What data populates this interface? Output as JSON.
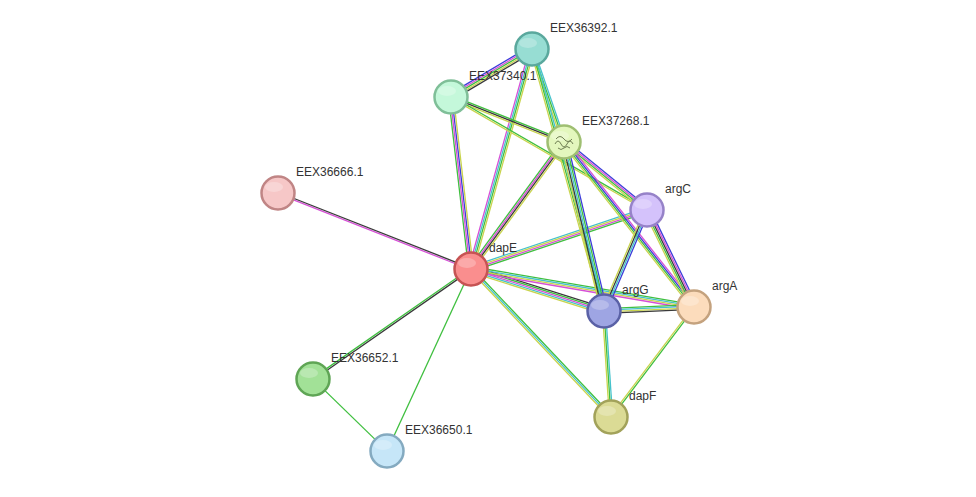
{
  "diagram": {
    "nodes": [
      {
        "text": [
          "EEX36392.1"
        ]
      },
      {
        "text": [
          "EEX37340.1"
        ]
      },
      {
        "text": [
          "EEX37268.1"
        ]
      },
      {
        "text": [
          "EEX36666.1"
        ]
      },
      {
        "text": [
          "argC"
        ]
      },
      {
        "text": [
          "dapE"
        ]
      },
      {
        "text": [
          "argA"
        ]
      },
      {
        "text": [
          "argG"
        ]
      },
      {
        "text": [
          "EEX36652.1"
        ]
      },
      {
        "text": [
          "dapF"
        ]
      },
      {
        "text": [
          "EEX36650.1"
        ]
      }
    ],
    "edges": [
      {
        "from": 5,
        "to": 3,
        "arrow": "none"
      },
      {
        "from": 5,
        "to": 8,
        "arrow": "none"
      },
      {
        "from": 5,
        "to": 10,
        "arrow": "none"
      },
      {
        "from": 8,
        "to": 10,
        "arrow": "none"
      },
      {
        "from": 5,
        "to": 1,
        "arrow": "none"
      },
      {
        "from": 5,
        "to": 0,
        "arrow": "none"
      },
      {
        "from": 5,
        "to": 2,
        "arrow": "none"
      },
      {
        "from": 5,
        "to": 4,
        "arrow": "none"
      },
      {
        "from": 5,
        "to": 7,
        "arrow": "none"
      },
      {
        "from": 5,
        "to": 6,
        "arrow": "none"
      },
      {
        "from": 5,
        "to": 9,
        "arrow": "none"
      },
      {
        "from": 1,
        "to": 0,
        "arrow": "none"
      },
      {
        "from": 1,
        "to": 2,
        "arrow": "none"
      },
      {
        "from": 1,
        "to": 4,
        "arrow": "none"
      },
      {
        "from": 0,
        "to": 2,
        "arrow": "none"
      },
      {
        "from": 0,
        "to": 7,
        "arrow": "none"
      },
      {
        "from": 2,
        "to": 4,
        "arrow": "none"
      },
      {
        "from": 2,
        "to": 7,
        "arrow": "none"
      },
      {
        "from": 2,
        "to": 6,
        "arrow": "none"
      },
      {
        "from": 4,
        "to": 7,
        "arrow": "none"
      },
      {
        "from": 4,
        "to": 6,
        "arrow": "none"
      },
      {
        "from": 7,
        "to": 6,
        "arrow": "none"
      },
      {
        "from": 7,
        "to": 9,
        "arrow": "none"
      },
      {
        "from": 6,
        "to": 9,
        "arrow": "none"
      }
    ]
  }
}
